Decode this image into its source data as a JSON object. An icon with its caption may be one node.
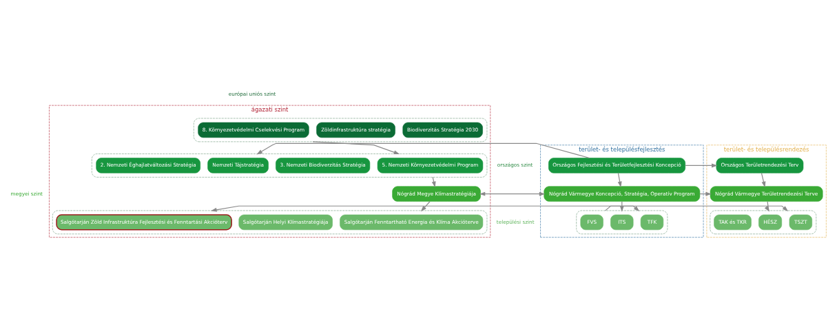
{
  "diagram": {
    "nodes": [
      {
        "text": [
          "ágazati szint"
        ]
      },
      {
        "text": [],
        "shape": "box",
        "in": 0
      },
      {
        "text": [
          "Zöldinfrastruktúra stratégia"
        ],
        "in": 1
      },
      {
        "text": [
          "8. Környezetvédelmi Cselekvési Program"
        ],
        "in": 1
      },
      {
        "text": [
          "Biodiverzitás Stratégia 2030"
        ],
        "in": 1
      },
      {
        "text": [],
        "shape": "box",
        "in": 0
      },
      {
        "text": [
          "2. Nemzeti Éghajlatváltozási Stratégia"
        ],
        "in": 5
      },
      {
        "text": [
          "3. Nemzeti Biodiverzitás Stratégia"
        ],
        "in": 5
      },
      {
        "text": [
          "5. Nemzeti Környezetvédelmi Program"
        ],
        "in": 5
      },
      {
        "text": [
          "Nemzeti Tájstratégia"
        ],
        "in": 5
      },
      {
        "text": [
          "Nógrád Megye Klímastratégiája"
        ],
        "in": 0
      },
      {
        "text": [],
        "shape": "box",
        "in": 0
      },
      {
        "text": [
          "Salgótarján Helyi Klímastratégiája"
        ],
        "in": 11
      },
      {
        "text": [
          "Salgótarján Fenntartható Energia és Klíma Akcióterve"
        ],
        "in": 11
      },
      {
        "text": [
          "Salgótarján Zöld Infrastruktúra Fejlesztési és Fenntartási Akcióterv"
        ],
        "in": 11
      },
      {
        "text": [
          "terület- és településfejlesztés"
        ]
      },
      {
        "text": [
          "Országos Fejlesztési és Területfejlesztési Koncepció"
        ],
        "in": 15
      },
      {
        "text": [
          "Nógrád Vármegye Koncepció, Stratégia, Operatív Program"
        ],
        "in": 15
      },
      {
        "text": [],
        "shape": "box",
        "in": 15
      },
      {
        "text": [
          "TFK"
        ],
        "in": 18
      },
      {
        "text": [
          "ITS"
        ],
        "in": 18
      },
      {
        "text": [
          "FVS"
        ],
        "in": 18
      },
      {
        "text": [
          "terület- és településrendezés"
        ]
      },
      {
        "text": [
          "Országos Területrendezési Terv"
        ],
        "in": 22
      },
      {
        "text": [
          "Nógrád Vármegye Területrendezési Terve"
        ],
        "in": 22
      },
      {
        "text": [],
        "shape": "box",
        "in": 22
      },
      {
        "text": [
          "TSZT"
        ],
        "in": 25
      },
      {
        "text": [
          "HÉSZ"
        ],
        "in": 25
      },
      {
        "text": [
          "TAK és TKR"
        ],
        "in": 25
      }
    ],
    "edges": [
      {
        "from": 1,
        "to": 5,
        "arrow": "to"
      },
      {
        "from": 5,
        "to": 10,
        "arrow": "to"
      },
      {
        "from": 10,
        "to": 11,
        "arrow": "to"
      },
      {
        "from": 16,
        "to": 5,
        "arrow": "to"
      },
      {
        "from": 16,
        "to": 23,
        "arrow": "to"
      },
      {
        "from": 16,
        "to": 17,
        "arrow": "to"
      },
      {
        "from": 10,
        "to": 17,
        "arrow": "both"
      },
      {
        "from": 17,
        "to": 24,
        "arrow": "to"
      },
      {
        "from": 17,
        "to": 18,
        "arrow": "to"
      },
      {
        "from": 23,
        "to": 24,
        "arrow": "to"
      },
      {
        "from": 24,
        "to": 25,
        "arrow": "to"
      },
      {
        "from": 11,
        "to": 18,
        "arrow": "both"
      },
      {
        "from": 18,
        "to": 25,
        "arrow": "to"
      }
    ],
    "labels": [
      "európai uniós szint",
      "országos szint",
      "megyei szint",
      "települési szint"
    ]
  }
}
